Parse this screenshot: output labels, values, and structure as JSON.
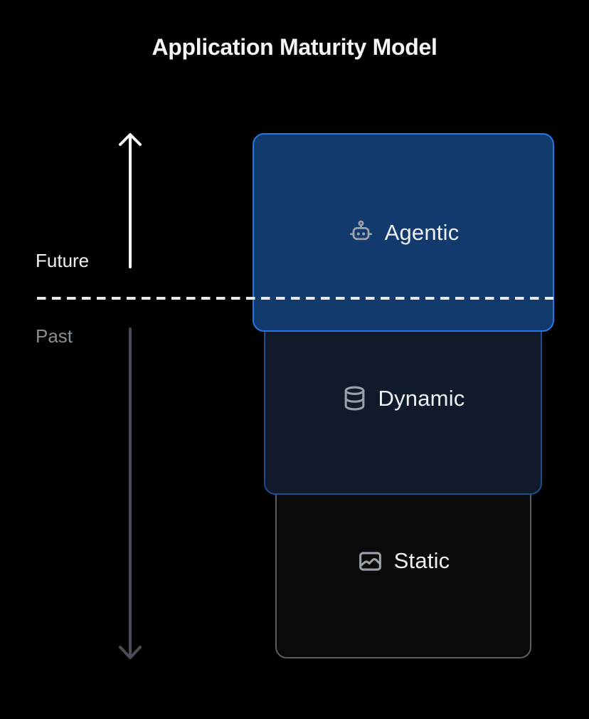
{
  "title": "Application Maturity Model",
  "axis": {
    "future_label": "Future",
    "past_label": "Past"
  },
  "levels": [
    {
      "label": "Agentic",
      "icon": "robot-icon",
      "fill": "#123a6c",
      "border": "#2478e8"
    },
    {
      "label": "Dynamic",
      "icon": "database-icon",
      "fill": "#101a2b",
      "border": "#1d4e8e"
    },
    {
      "label": "Static",
      "icon": "image-icon",
      "fill": "#0a0a0b",
      "border": "#5a5f66"
    }
  ],
  "colors": {
    "background": "#000000",
    "title_text": "#f3f4f6",
    "label_text": "#edeff2",
    "icon": "#9aa1ab",
    "future_text": "#f0f2f4",
    "past_text": "#888e97",
    "up_arrow": "#fafafa",
    "down_arrow": "#4a4e54",
    "dashed_line": "#e8eaec"
  }
}
